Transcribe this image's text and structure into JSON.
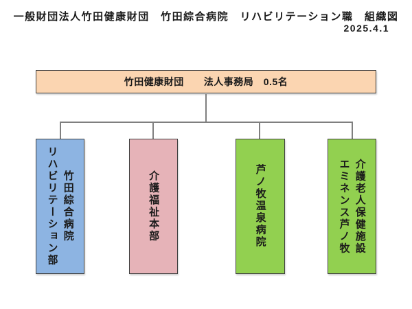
{
  "header": {
    "title": "一般財団法人竹田健康財団　竹田綜合病院　リハビリテーション職　組織図",
    "date": "2025.4.1"
  },
  "theme": {
    "background": "#FFFFFF",
    "text_color": "#1A1A1A",
    "line_color": "#7F7F7F",
    "box_border_color": "#404040"
  },
  "chart": {
    "type": "org-chart",
    "root": {
      "label": "竹田健康財団　　法人事務局　0.5名",
      "fill": "#FBD5B1"
    },
    "children": [
      {
        "label": "竹田綜合病院\nリハビリテーション部",
        "fill": "#8DB4E2"
      },
      {
        "label": "介護福祉本部",
        "fill": "#E6B3B8"
      },
      {
        "label": "芦ノ牧温泉病院",
        "fill": "#92D050"
      },
      {
        "label": "介護老人保健施設\nエミネンス芦ノ牧",
        "fill": "#92D050"
      }
    ]
  }
}
